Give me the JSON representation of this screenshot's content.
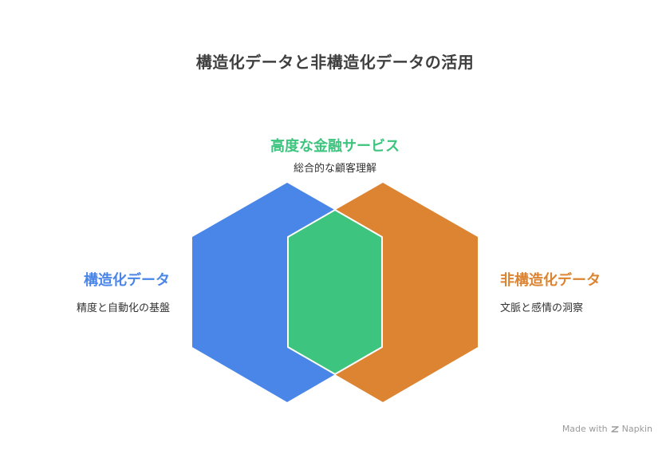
{
  "title": "構造化データと非構造化データの活用",
  "center": {
    "label": "高度な金融サービス",
    "desc": "総合的な顧客理解",
    "color": "#3DC47E"
  },
  "left": {
    "label": "構造化データ",
    "desc": "精度と自動化の基盤",
    "color": "#4A86E8"
  },
  "right": {
    "label": "非構造化データ",
    "desc": "文脈と感情の洞察",
    "color": "#DC8432"
  },
  "footer": {
    "made_with": "Made with",
    "brand": "Napkin"
  }
}
